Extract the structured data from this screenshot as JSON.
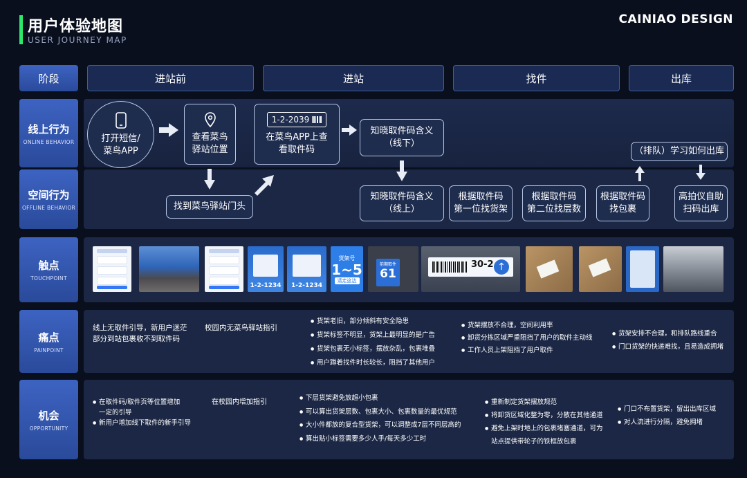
{
  "header": {
    "title": "用户体验地图",
    "subtitle": "USER JOURNEY MAP",
    "brand": "CAINIAO DESIGN"
  },
  "rows": {
    "stage": {
      "cn": "阶段"
    },
    "online": {
      "cn": "线上行为",
      "en": "ONLINE BEHAVIOR"
    },
    "offline": {
      "cn": "空间行为",
      "en": "OFFLINE BEHAVIOR"
    },
    "touch": {
      "cn": "触点",
      "en": "TOUCHPOINT"
    },
    "pain": {
      "cn": "痛点",
      "en": "PAINPOINT"
    },
    "opp": {
      "cn": "机会",
      "en": "OPPORTUNITY"
    }
  },
  "stages": [
    "进站前",
    "进站",
    "找件",
    "出库"
  ],
  "flow": {
    "open_sms_1": "打开短信/",
    "open_sms_2": "菜鸟APP",
    "view_loc_1": "查看菜鸟",
    "view_loc_2": "驿站位置",
    "pickup_code": "1-2-2039",
    "view_code_1": "在菜鸟APP上查",
    "view_code_2": "看取件码",
    "know_off_1": "知晓取件码含义",
    "know_off_2": "（线下）",
    "queue_learn": "（排队）学习如何出库",
    "find_door": "找到菜鸟驿站门头",
    "know_on_1": "知晓取件码含义",
    "know_on_2": "（线上）",
    "by_code1_1": "根据取件码",
    "by_code1_2": "第一位找货架",
    "by_code2_1": "根据取件码",
    "by_code2_2": "第二位找层数",
    "by_code3_1": "根据取件码",
    "by_code3_2": "找包裹",
    "scan_out_1": "高拍仪自助",
    "scan_out_2": "扫码出库"
  },
  "touchpoints": {
    "sign_code_a": "1-2-1234",
    "sign_code_b": "1-2-1234",
    "shelf_label": "货架号",
    "shelf_range": "1~5",
    "shelf_btn": "请走这边",
    "tag_small": "前期取件",
    "tag_num": "61",
    "label_num": "30-2"
  },
  "pain": {
    "col1_a": "线上无取件引导，新用户迷茫",
    "col1_b": "部分到站包裹收不到取件码",
    "col2": "校园内无菜鸟驿站指引",
    "col3": [
      "货架老旧，部分倾斜有安全隐患",
      "货架标签不明显，货架上最明显的是广告",
      "货架包裹无小标签，摆放杂乱，包裹堆叠",
      "用户蹲着找件时长较长，阻挡了其他用户"
    ],
    "col4": [
      "货架摆放不合理，空间利用率",
      "卸货分拣区域严重阻挡了用户的取件主动线",
      "工作人员上架阻挡了用户取件"
    ],
    "col5": [
      "货架安排不合理，和排队路线重合",
      "门口货架的快递难找，且易造成拥堵"
    ]
  },
  "opp": {
    "col1": [
      "在取件码/取件页等位置增加",
      "新用户增加线下取件的新手引导"
    ],
    "col1_cont": "一定的引导",
    "col2": "在校园内增加指引",
    "col3": [
      "下层货架避免放超小包裹",
      "可以算出货架层数、包裹大小、包裹数量的最优规范",
      "大小件都放的复合型货架，可以调整成7层不同层高的",
      "算出贴小标签需要多少人手/每天多少工时"
    ],
    "col4": [
      "重新制定货架摆放规范",
      "将卸货区域化整为零，分散在其他通道",
      "避免上架时地上的包裹堵塞通道，可为"
    ],
    "col4_cont": "站点提供带轮子的铁框放包裹",
    "col5": [
      "门口不布置货架，留出出库区域",
      "对人流进行分隔，避免拥堵"
    ]
  }
}
